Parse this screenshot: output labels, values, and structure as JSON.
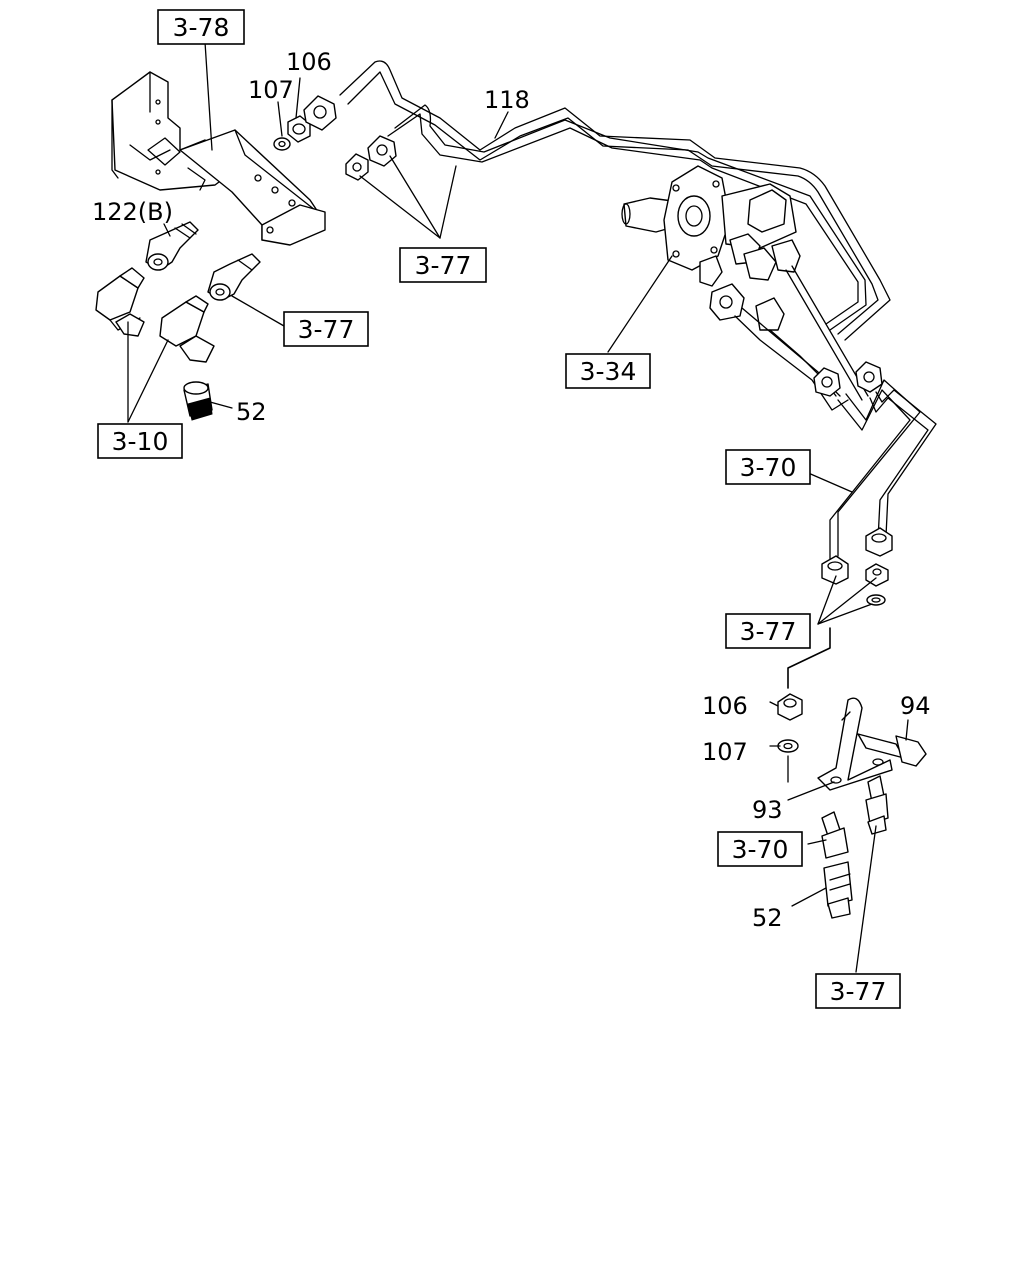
{
  "diagram": {
    "reference_boxes": [
      {
        "id": "ref-3-78",
        "label": "3-78"
      },
      {
        "id": "ref-3-77-a",
        "label": "3-77"
      },
      {
        "id": "ref-3-77-b",
        "label": "3-77"
      },
      {
        "id": "ref-3-10",
        "label": "3-10"
      },
      {
        "id": "ref-3-34",
        "label": "3-34"
      },
      {
        "id": "ref-3-70-a",
        "label": "3-70"
      },
      {
        "id": "ref-3-77-c",
        "label": "3-77"
      },
      {
        "id": "ref-3-70-b",
        "label": "3-70"
      },
      {
        "id": "ref-3-77-d",
        "label": "3-77"
      }
    ],
    "part_numbers": [
      {
        "id": "part-106-top",
        "label": "106"
      },
      {
        "id": "part-107-top",
        "label": "107"
      },
      {
        "id": "part-118",
        "label": "118"
      },
      {
        "id": "part-122b",
        "label": "122(B)"
      },
      {
        "id": "part-52-top",
        "label": "52"
      },
      {
        "id": "part-106-bottom",
        "label": "106"
      },
      {
        "id": "part-107-bottom",
        "label": "107"
      },
      {
        "id": "part-94",
        "label": "94"
      },
      {
        "id": "part-93",
        "label": "93"
      },
      {
        "id": "part-52-bottom",
        "label": "52"
      }
    ]
  }
}
